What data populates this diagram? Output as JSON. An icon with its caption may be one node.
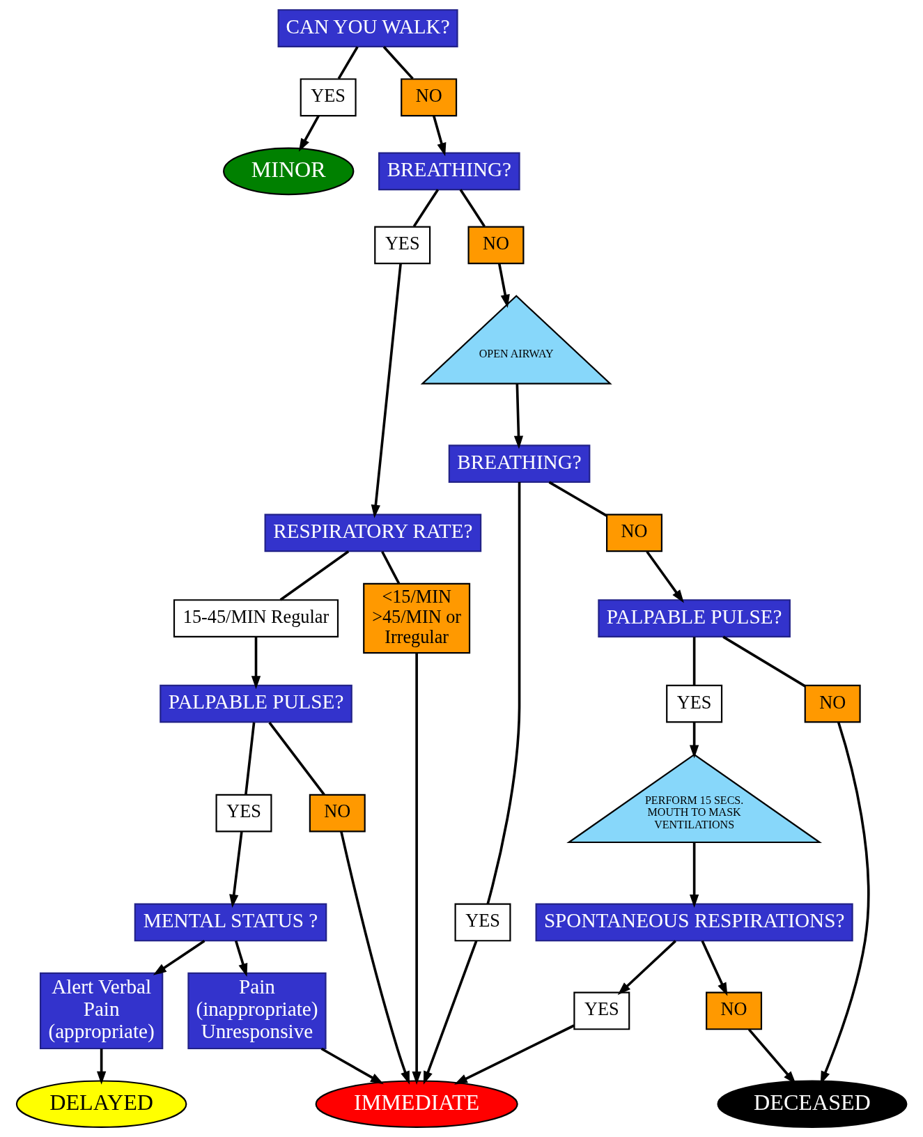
{
  "diagram": {
    "nodes": [
      {
        "text": [
          "CAN YOU WALK?"
        ]
      },
      {
        "text": [
          "YES"
        ]
      },
      {
        "text": [
          "NO"
        ]
      },
      {
        "text": [
          "MINOR"
        ]
      },
      {
        "text": [
          "BREATHING?"
        ]
      },
      {
        "text": [
          "YES"
        ]
      },
      {
        "text": [
          "NO"
        ]
      },
      {
        "text": [
          "RESPIRATORY RATE?"
        ]
      },
      {
        "text": [
          "OPEN AIRWAY"
        ]
      },
      {
        "text": [
          "15-45/MIN Regular"
        ]
      },
      {
        "text": [
          "<15/MIN >45/MIN or Irregular"
        ]
      },
      {
        "text": [
          "BREATHING?"
        ]
      },
      {
        "text": [
          "YES"
        ]
      },
      {
        "text": [
          "NO"
        ]
      },
      {
        "text": [
          "PALPABLE PULSE?"
        ]
      },
      {
        "text": [
          "PALPABLE PULSE?"
        ]
      },
      {
        "text": [
          "YES"
        ]
      },
      {
        "text": [
          "NO"
        ]
      },
      {
        "text": [
          "YES"
        ]
      },
      {
        "text": [
          "NO"
        ]
      },
      {
        "text": [
          "PERFORM 15 SECS. MOUTH TO MASK VENTILATIONS"
        ]
      },
      {
        "text": [
          "MENTAL STATUS ?"
        ]
      },
      {
        "text": [
          "SPONTANEOUS RESPIRATIONS?"
        ]
      },
      {
        "text": [
          "Alert Verbal Pain (appropriate)"
        ]
      },
      {
        "text": [
          "Pain (inappropriate) Unresponsive"
        ]
      },
      {
        "text": [
          "YES"
        ]
      },
      {
        "text": [
          "NO"
        ]
      },
      {
        "text": [
          "DELAYED"
        ]
      },
      {
        "text": [
          "IMMEDIATE"
        ]
      },
      {
        "text": [
          "DECEASED"
        ]
      }
    ],
    "edges": [
      {
        "from": 0,
        "to": 1,
        "arrow": "none"
      },
      {
        "from": 0,
        "to": 2,
        "arrow": "none"
      },
      {
        "from": 1,
        "to": 3,
        "arrow": "to"
      },
      {
        "from": 2,
        "to": 4,
        "arrow": "to"
      },
      {
        "from": 4,
        "to": 5,
        "arrow": "none"
      },
      {
        "from": 4,
        "to": 6,
        "arrow": "none"
      },
      {
        "from": 5,
        "to": 7,
        "arrow": "to"
      },
      {
        "from": 6,
        "to": 8,
        "arrow": "to"
      },
      {
        "from": 7,
        "to": 9,
        "arrow": "none"
      },
      {
        "from": 7,
        "to": 10,
        "arrow": "none"
      },
      {
        "from": 8,
        "to": 11,
        "arrow": "to"
      },
      {
        "from": 9,
        "to": 14,
        "arrow": "to"
      },
      {
        "from": 10,
        "to": 28,
        "arrow": "to"
      },
      {
        "from": 11,
        "to": 12,
        "arrow": "none"
      },
      {
        "from": 11,
        "to": 13,
        "arrow": "none"
      },
      {
        "from": 12,
        "to": 28,
        "arrow": "to"
      },
      {
        "from": 13,
        "to": 15,
        "arrow": "to"
      },
      {
        "from": 14,
        "to": 16,
        "arrow": "none"
      },
      {
        "from": 14,
        "to": 17,
        "arrow": "none"
      },
      {
        "from": 16,
        "to": 21,
        "arrow": "to"
      },
      {
        "from": 17,
        "to": 28,
        "arrow": "to"
      },
      {
        "from": 15,
        "to": 18,
        "arrow": "none"
      },
      {
        "from": 15,
        "to": 19,
        "arrow": "none"
      },
      {
        "from": 18,
        "to": 20,
        "arrow": "to"
      },
      {
        "from": 19,
        "to": 29,
        "arrow": "to"
      },
      {
        "from": 20,
        "to": 22,
        "arrow": "to"
      },
      {
        "from": 21,
        "to": 23,
        "arrow": "to"
      },
      {
        "from": 21,
        "to": 24,
        "arrow": "to"
      },
      {
        "from": 22,
        "to": 25,
        "arrow": "to"
      },
      {
        "from": 22,
        "to": 26,
        "arrow": "to"
      },
      {
        "from": 23,
        "to": 27,
        "arrow": "to"
      },
      {
        "from": 24,
        "to": 28,
        "arrow": "to"
      },
      {
        "from": 25,
        "to": 28,
        "arrow": "to"
      },
      {
        "from": 26,
        "to": 29,
        "arrow": "to"
      }
    ]
  }
}
